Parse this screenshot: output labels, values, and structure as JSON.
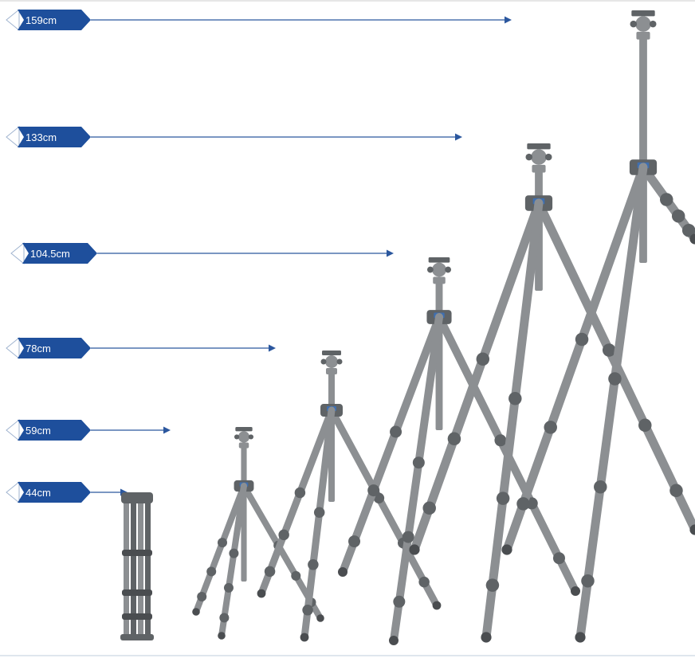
{
  "colors": {
    "accent": "#1e4f9c",
    "arrow": "#2b579e",
    "tripod_body": "#8c8f92",
    "tripod_dark": "#5f6366",
    "tripod_band": "#4a4d50"
  },
  "height_markers": [
    {
      "label": "159cm",
      "value_cm": 159
    },
    {
      "label": "133cm",
      "value_cm": 133
    },
    {
      "label": "104.5cm",
      "value_cm": 104.5
    },
    {
      "label": "78cm",
      "value_cm": 78
    },
    {
      "label": "59cm",
      "value_cm": 59
    },
    {
      "label": "44cm",
      "value_cm": 44
    }
  ],
  "tripods": [
    {
      "configuration": "folded",
      "height_cm": 44
    },
    {
      "configuration": "extended",
      "height_cm": 59
    },
    {
      "configuration": "extended",
      "height_cm": 78
    },
    {
      "configuration": "extended",
      "height_cm": 104.5
    },
    {
      "configuration": "extended",
      "height_cm": 133
    },
    {
      "configuration": "extended",
      "height_cm": 159
    }
  ]
}
